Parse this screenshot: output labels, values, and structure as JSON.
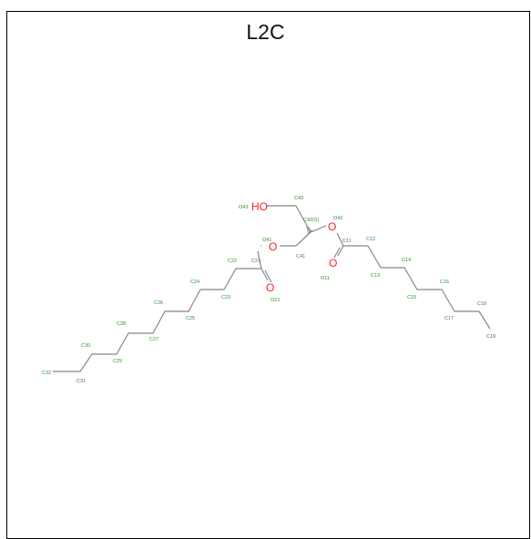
{
  "title": "L2C",
  "colors": {
    "bond": "#888888",
    "oxygen": "#ff2020",
    "label": "#2f8f2f",
    "border": "#000000"
  },
  "molecule": {
    "hydroxyl_text": "HO",
    "oxygen_symbol": "O",
    "labels": {
      "O43": "O43",
      "C43": "C43",
      "C42": "C42(S)",
      "O42": "O42",
      "O41": "O41",
      "C41": "C41",
      "C21": "C21",
      "O21": "O21",
      "C22": "C22",
      "C23": "C23",
      "C24": "C24",
      "C25": "C25",
      "C26": "C26",
      "C27": "C27",
      "C28": "C28",
      "C29": "C29",
      "C30": "C30",
      "C31": "C31",
      "C32": "C32",
      "C11": "C11",
      "O11": "O11",
      "C12": "C12",
      "C13": "C13",
      "C14": "C14",
      "C15": "C15",
      "C16": "C16",
      "C17": "C17",
      "C18": "C18",
      "C19": "C19"
    }
  }
}
